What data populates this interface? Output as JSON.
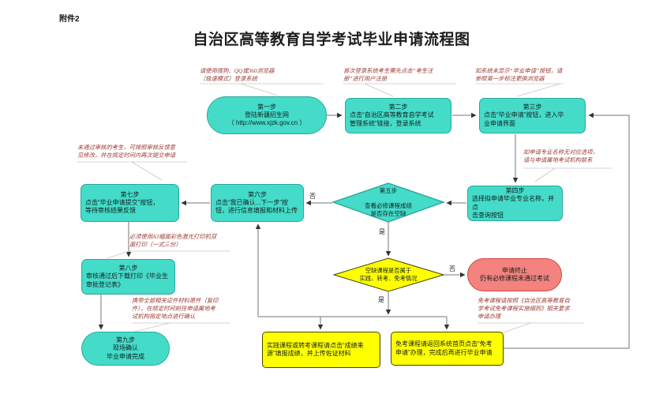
{
  "page": {
    "attachment_label": "附件2",
    "title": "自治区高等教育自学考试毕业申请流程图"
  },
  "colors": {
    "step_fill": "#44dbc9",
    "step_border": "#2ba89b",
    "decision_gap_fill": "#ffff00",
    "terminate_fill": "#f4827e",
    "terminate_border": "#cf4b42",
    "annotation_text": "#9a3c34"
  },
  "flow": {
    "step1": {
      "title": "第一步",
      "body": "登陆新疆招生网\n（ http://www.xjzk.gov.cn ）"
    },
    "step2": {
      "title": "第二步",
      "body": "点击“自治区高等教育自学考试\n管理系统”链接，登录系统"
    },
    "step3": {
      "title": "第三步",
      "body": "点击“毕业申请”按钮，进入毕\n业申请界面"
    },
    "step4": {
      "title": "第四步",
      "body": "选择拟申请毕业专业名称，并点\n击查询按钮"
    },
    "step5": {
      "title": "第五步",
      "body": "查看必修课程成绩\n是否存在空缺"
    },
    "step6": {
      "title": "第六步",
      "body": "点击“我已确认...下一步”按\n钮，进行信息填报和材料上传"
    },
    "step7": {
      "title": "第七步",
      "body": "点击“毕业申请提交”按钮，\n等待审核结果反馈"
    },
    "step8": {
      "title": "第八步",
      "body": "审核通过后下载打印《毕业生\n审批登记表》"
    },
    "step9": {
      "title": "第九步",
      "body": "现场确认\n毕业申请完成"
    },
    "gap_decision": {
      "body": "空缺课程是否属于\n实践、转考、免考情况"
    },
    "terminate": {
      "title": "申请终止",
      "body": "仍有必修课程未通过考试"
    },
    "note_practice": {
      "body": "实践课程或转考课程请点击“成绩来\n源”填报成绩，并上传佐证材料"
    },
    "note_exempt": {
      "body": "免考课程请返回系统首页点击“免考\n申请”办理，完成后再进行毕业申请"
    }
  },
  "edge_labels": {
    "yes": "是",
    "no": "否"
  },
  "annotations": {
    "browser": "请使用搜狗、QQ或360浏览器\n（极速模式）登录系统",
    "register": "首次登录系统考生需先点击“考生注\n册”进行用户注册",
    "no_button": "如系统未显示“毕业申请”按钮，请\n参照第一步标注更换浏览器",
    "resubmit": "未通过审核的考生，可按照审核反馈意\n见修改，并在规定时间内再次提交申请",
    "no_major": "如申请专业名称无对应选项，\n请与申请属地考试机构联系",
    "print": "必须使用A3幅面彩色激光打印机双\n面打印（一式三份）",
    "materials": "携带全部相关证件材料原件（复印\n件），在规定时间前往申请属地考\n试机构指定地点进行确认",
    "exempt_rule": "免考课程请按照《自治区高等教育自\n学考试免考课程实施细则》相关要求\n申请办理"
  }
}
